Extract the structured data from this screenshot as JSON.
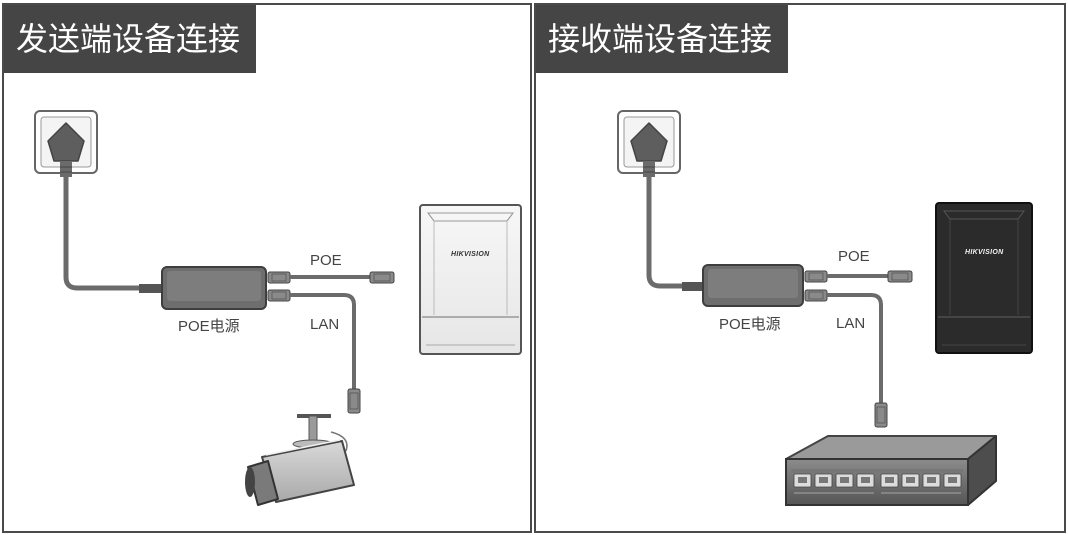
{
  "panels": [
    {
      "title": "发送端设备连接",
      "labels": {
        "poe_port": "POE",
        "lan_port": "LAN",
        "power_supply": "POE电源",
        "brand": "HIKVISION"
      }
    },
    {
      "title": "接收端设备连接",
      "labels": {
        "poe_port": "POE",
        "lan_port": "LAN",
        "power_supply": "POE电源",
        "brand": "HIKVISION"
      }
    }
  ],
  "colors": {
    "title_bg": "#454545",
    "title_text": "#ffffff",
    "cable": "#6b6b6b",
    "frame": "#4a4a4a"
  }
}
